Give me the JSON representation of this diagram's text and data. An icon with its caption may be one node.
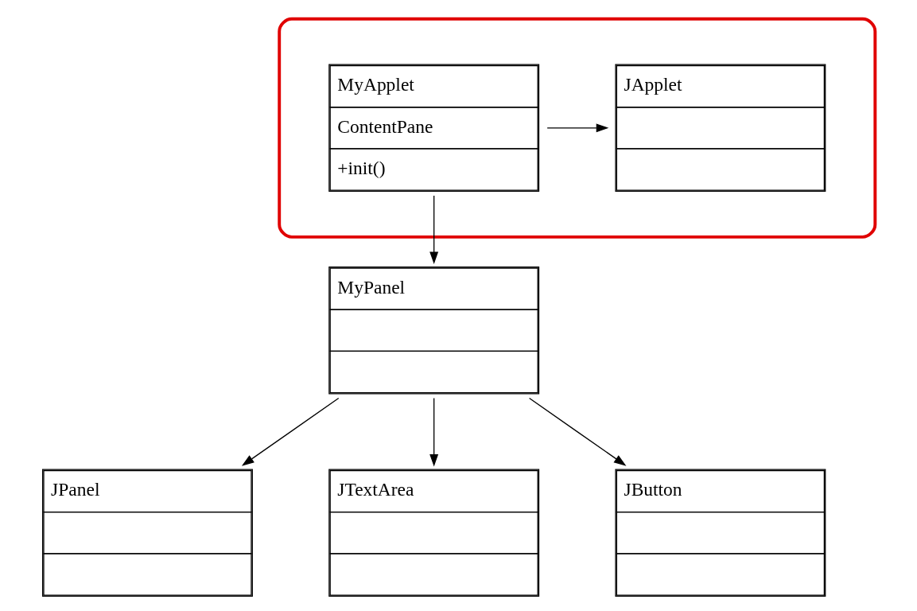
{
  "diagram": {
    "nodes": [
      {
        "text": [],
        "shape": "ellipse"
      },
      {
        "text": [
          "JApplet"
        ],
        "in": 0
      },
      {
        "text": [
          "MyApplet",
          "ContentPane",
          "+init()"
        ],
        "in": 0
      },
      {
        "text": [
          "JPanel"
        ]
      },
      {
        "text": [
          "MyPanel"
        ]
      },
      {
        "text": [
          "JTextArea"
        ]
      },
      {
        "text": [
          "JButton"
        ]
      }
    ],
    "edges": [
      {
        "from": 2,
        "to": 1,
        "arrow": "to"
      },
      {
        "from": 2,
        "to": 4,
        "arrow": "to"
      },
      {
        "from": 4,
        "to": 3,
        "arrow": "to"
      },
      {
        "from": 4,
        "to": 5,
        "arrow": "to"
      },
      {
        "from": 4,
        "to": 6,
        "arrow": "to"
      }
    ]
  }
}
